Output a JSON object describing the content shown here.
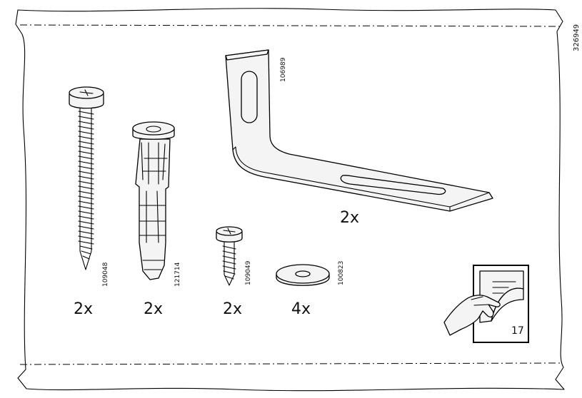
{
  "document_number": "326949",
  "parts": [
    {
      "name": "long-screw",
      "article": "109048",
      "quantity": "2x"
    },
    {
      "name": "wall-plug",
      "article": "121714",
      "quantity": "2x"
    },
    {
      "name": "short-screw",
      "article": "109049",
      "quantity": "2x"
    },
    {
      "name": "washer",
      "article": "100823",
      "quantity": "4x"
    },
    {
      "name": "angle-bracket",
      "article": "106989",
      "quantity": "2x"
    }
  ],
  "page_reference": {
    "icon": "turn-page-icon",
    "page_number": "17"
  }
}
